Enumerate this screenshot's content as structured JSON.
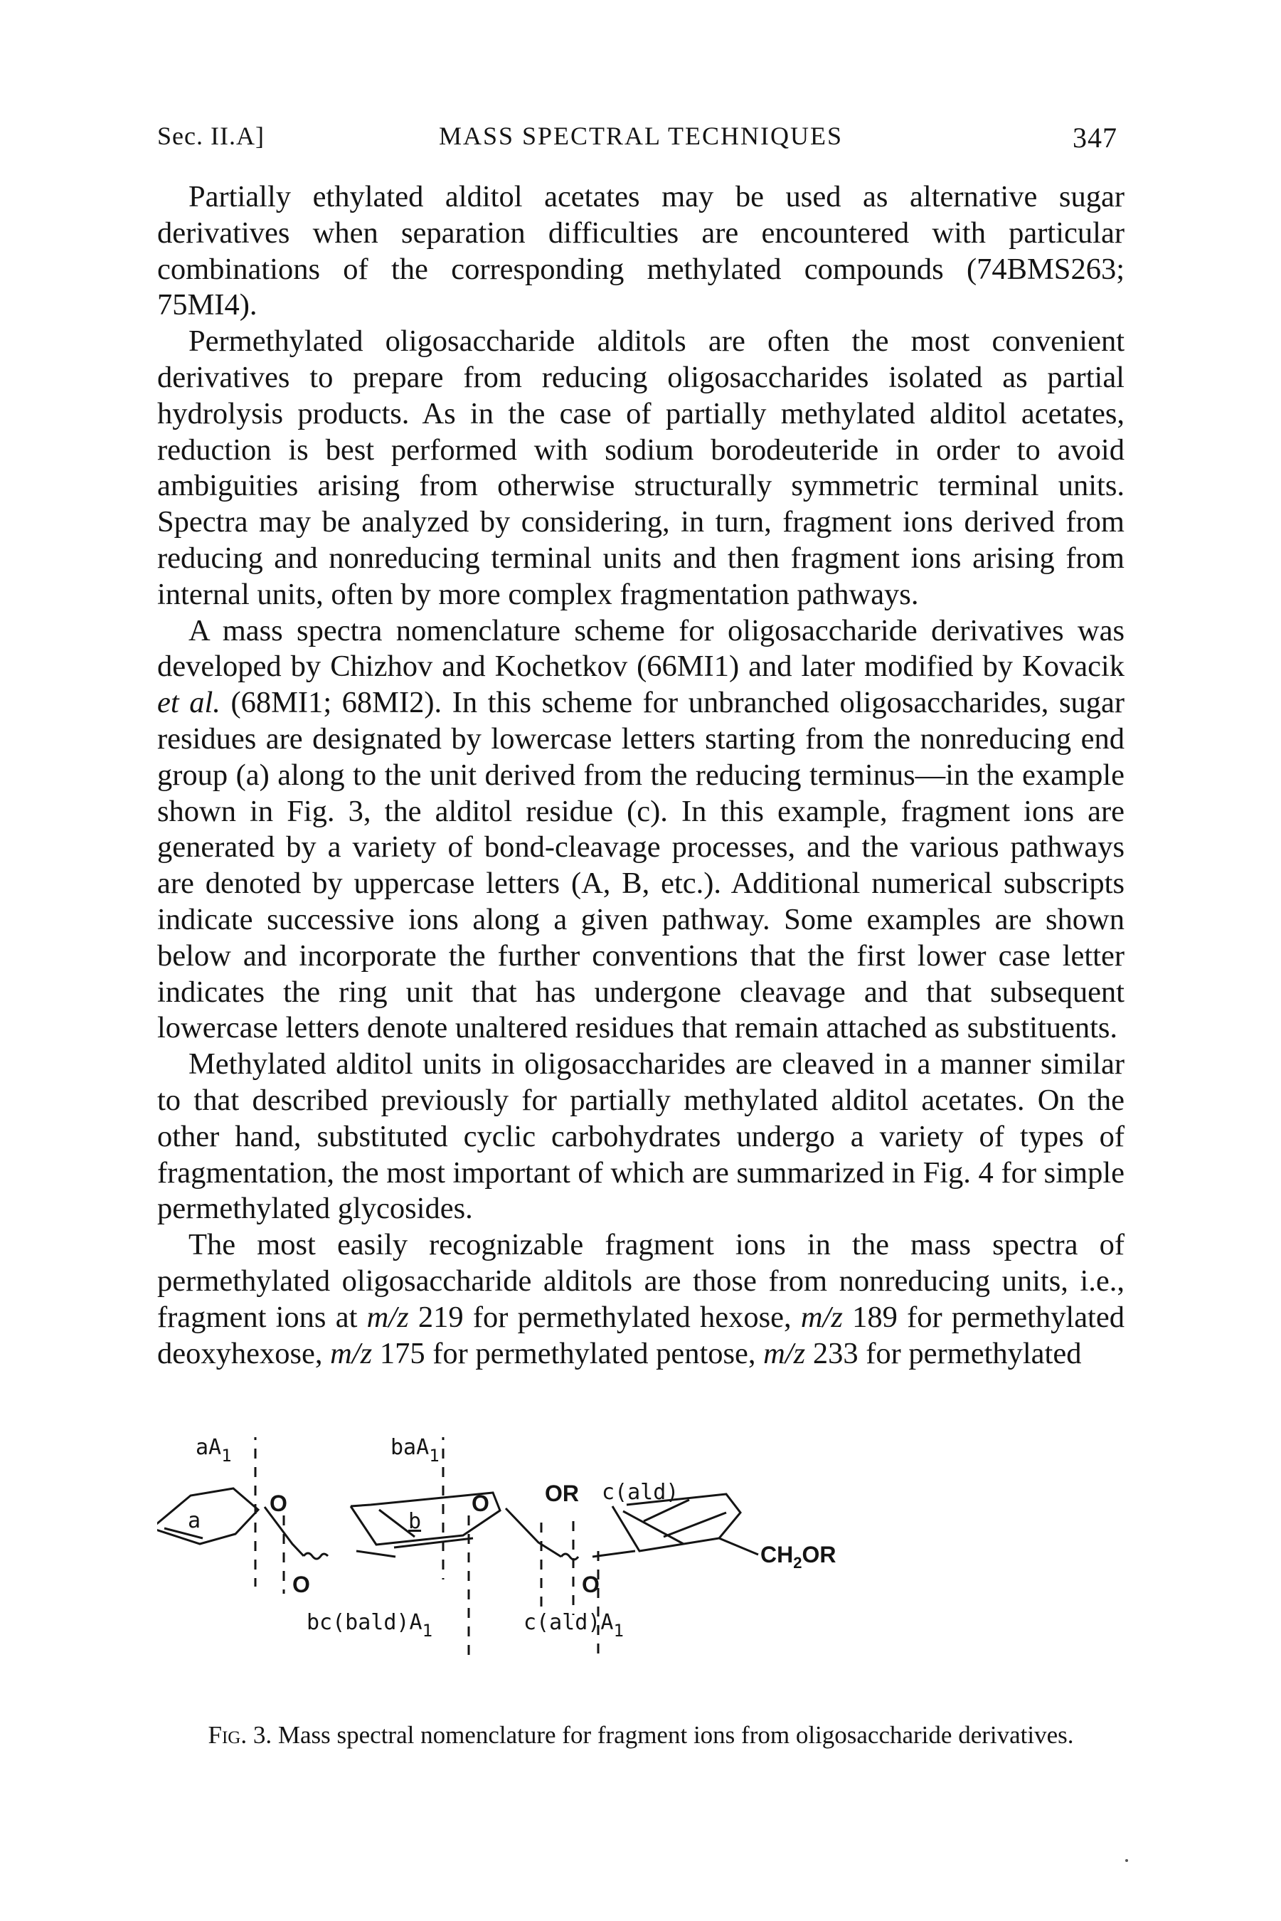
{
  "header": {
    "section": "Sec. II.A]",
    "title": "MASS SPECTRAL TECHNIQUES",
    "page_number": "347"
  },
  "paragraphs": [
    [
      {
        "t": "Partially ethylated alditol acetates may be used as alternative sugar derivatives when separation difficulties are encountered with particular combinations of the corresponding methylated compounds (74BMS263; 75MI4)."
      }
    ],
    [
      {
        "t": "Permethylated oligosaccharide alditols are often the most convenient derivatives to prepare from reducing oligosaccharides isolated as partial hydrolysis products. As in the case of partially methylated alditol acetates, reduction is best performed with sodium borodeuteride in order to avoid ambiguities arising from otherwise structurally symmetric terminal units. Spectra may be analyzed by considering, in turn, fragment ions derived from reducing and nonreducing terminal units and then fragment ions arising from internal units, often by more complex fragmentation pathways."
      }
    ],
    [
      {
        "t": "A mass spectra nomenclature scheme for oligosaccharide derivatives was developed by Chizhov and Kochetkov (66MI1) and later modified by Kovacik "
      },
      {
        "t": "et al.",
        "i": true
      },
      {
        "t": " (68MI1; 68MI2). In this scheme for unbranched oligosaccharides, sugar residues are designated by lowercase letters starting from the nonreducing end group (a) along to the unit derived from the reducing terminus—in the example shown in Fig. 3, the alditol residue (c). In this example, fragment ions are generated by a variety of bond-cleavage processes, and the various pathways are denoted by uppercase letters (A, B, etc.). Additional numerical subscripts indicate successive ions along a given pathway. Some examples are shown below and incorporate the further conventions that the first lower case letter indicates the ring unit that has undergone cleavage and that subsequent lowercase letters denote unaltered residues that remain attached as substituents."
      }
    ],
    [
      {
        "t": "Methylated alditol units in oligosaccharides are cleaved in a manner similar to that described previously for partially methylated alditol acetates. On the other hand, substituted cyclic carbohydrates undergo a variety of types of fragmentation, the most important of which are summarized in Fig. 4 for simple permethylated glycosides."
      }
    ],
    [
      {
        "t": "The most easily recognizable fragment ions in the mass spectra of permethylated oligosaccharide alditols are those from nonreducing units, i.e., fragment ions at "
      },
      {
        "t": "m/z",
        "i": true
      },
      {
        "t": " 219 for permethylated hexose, "
      },
      {
        "t": "m/z",
        "i": true
      },
      {
        "t": " 189 for permethylated deoxyhexose, "
      },
      {
        "t": "m/z",
        "i": true
      },
      {
        "t": " 175 for permethylated pentose, "
      },
      {
        "t": "m/z",
        "i": true
      },
      {
        "t": " 233 for permethylated"
      }
    ]
  ],
  "figure": {
    "labels": {
      "aA1_base": "aA",
      "aA1_sub": "1",
      "baA1_base": "baA",
      "baA1_sub": "1",
      "bcbald_base": "bc(bald)A",
      "bcbald_sub": "1",
      "cald_base": "c(ald)A",
      "cald_sub": "1",
      "c_ald": "c(ald)",
      "ring_a": "a",
      "ring_b": "b",
      "O1": "O",
      "O2": "O",
      "O3": "O",
      "O4": "O",
      "OR": "OR",
      "CH2OR_pre": "CH",
      "CH2OR_sub": "2",
      "CH2OR_post": "OR"
    }
  },
  "caption": {
    "label": "Fig. 3.",
    "text": "Mass spectral nomenclature for fragment ions from oligosaccharide derivatives."
  }
}
